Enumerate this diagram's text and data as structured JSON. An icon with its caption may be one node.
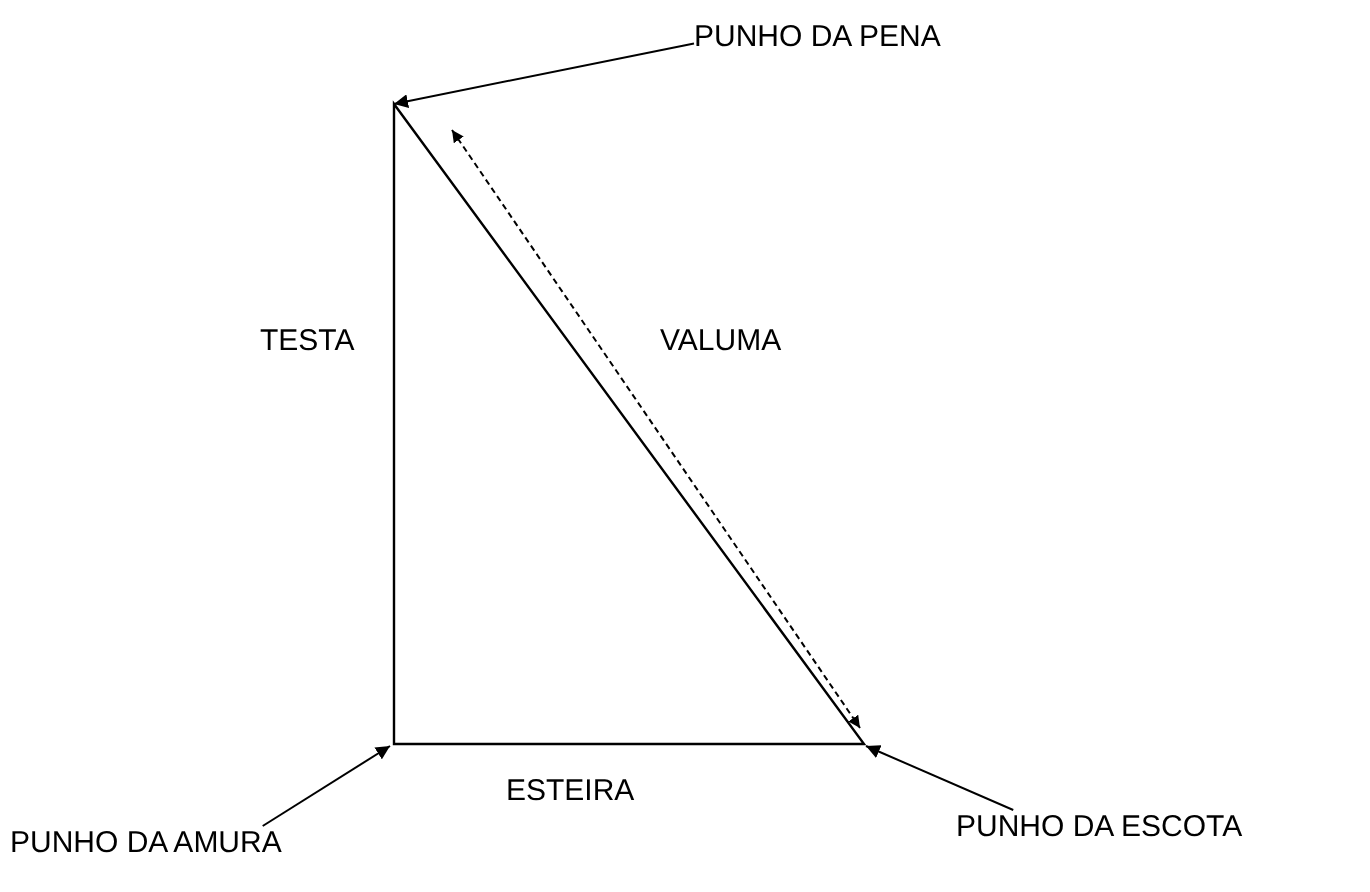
{
  "diagram": {
    "nodes": [
      {
        "text": [
          "PUNHO DA PENA"
        ]
      },
      {
        "text": [
          "PUNHO DA AMURA"
        ]
      },
      {
        "text": [
          "PUNHO DA ESCOTA"
        ]
      }
    ],
    "edges": [
      {
        "from": 0,
        "to": null,
        "arrow": "to"
      },
      {
        "from": 1,
        "to": null,
        "arrow": "to"
      },
      {
        "from": 2,
        "to": null,
        "arrow": "to"
      }
    ],
    "labels": [
      "TESTA",
      "VALUMA",
      "ESTEIRA"
    ]
  }
}
